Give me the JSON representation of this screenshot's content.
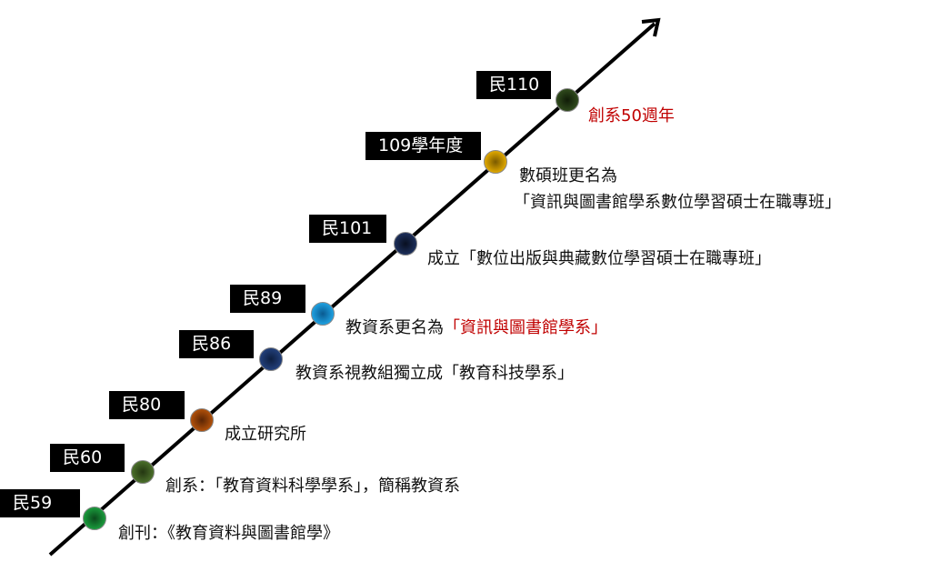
{
  "colors": {
    "red": "#c00000",
    "line": "#000000"
  },
  "events": [
    {
      "tag": "民59",
      "desc": "創刊：《教育資料與圖書館學》",
      "dot": "#1a9a3c"
    },
    {
      "tag": "民60",
      "desc": "創系：「教育資料科學學系」，簡稱教資系",
      "dot": "#4a6e2a"
    },
    {
      "tag": "民80",
      "desc": "成立研究所",
      "dot": "#b0500a"
    },
    {
      "tag": "民86",
      "desc": "教資系視教組獨立成「教育科技學系」",
      "dot": "#223f7a"
    },
    {
      "tag": "民89",
      "desc": "教資系更名為",
      "desc_red": "「資訊與圖書館學系」",
      "dot": "#1ea0e0"
    },
    {
      "tag": "民101",
      "desc": "成立「數位出版與典藏數位學習碩士在職專班」",
      "dot": "#1c2e5a"
    },
    {
      "tag": "109學年度",
      "desc": "數碩班更名為",
      "desc2": "「資訊與圖書館學系數位學習碩士在職專班」",
      "dot": "#e0a800"
    },
    {
      "tag": "民110",
      "desc_red": "創系50週年",
      "dot": "#2f4a1c"
    }
  ]
}
